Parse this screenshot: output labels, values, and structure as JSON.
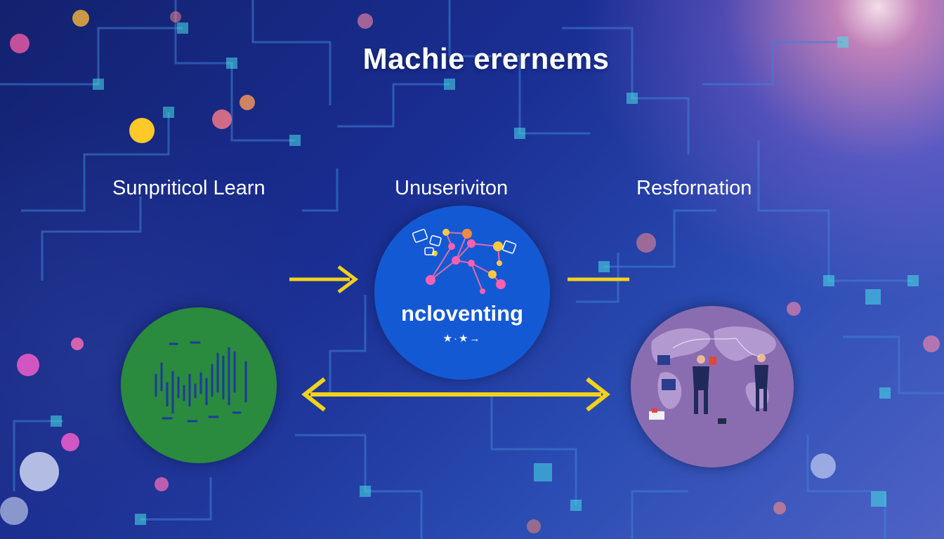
{
  "title": "Machie erernems",
  "categories": {
    "supervised": "Sunpriticol Learn",
    "unsupervised": "Unuseriviton",
    "reinforcement": "Resfornation"
  },
  "unsupervised_node": {
    "caption": "ncloventing",
    "marks": "★·★→"
  },
  "colors": {
    "background": "#1a2e93",
    "arrow": "#f2d21b",
    "supervised_circle": "#2a8a3e",
    "unsupervised_circle": "#1459d4",
    "reinforcement_circle": "#8a6db0"
  },
  "icons": [
    "waveform-icon",
    "network-graph-icon",
    "world-map-people-icon",
    "circuit-board-background"
  ]
}
